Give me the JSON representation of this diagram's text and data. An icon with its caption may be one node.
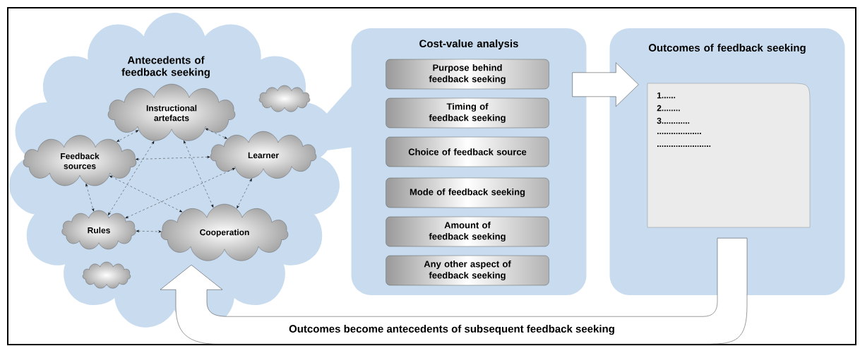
{
  "diagram": {
    "nodes": [
      {
        "text": [
          "Antecedents of feedback seeking"
        ]
      },
      {
        "text": [
          "Instructional artefacts"
        ],
        "in": 0
      },
      {
        "text": [],
        "shape": "cloud",
        "in": 0
      },
      {
        "text": [
          "Feedback sources"
        ],
        "in": 0
      },
      {
        "text": [
          "Learner"
        ],
        "in": 0
      },
      {
        "text": [
          "Rules"
        ],
        "in": 0
      },
      {
        "text": [
          "Cooperation"
        ],
        "in": 0
      },
      {
        "text": [],
        "shape": "cloud",
        "in": 0
      },
      {
        "text": [
          "Cost-value analysis"
        ]
      },
      {
        "text": [
          "Purpose behind feedback seeking"
        ],
        "in": 8
      },
      {
        "text": [
          "Timing of feedback seeking"
        ],
        "in": 8
      },
      {
        "text": [
          "Choice of feedback source"
        ],
        "in": 8
      },
      {
        "text": [
          "Mode of feedback seeking"
        ],
        "in": 8
      },
      {
        "text": [
          "Amount of feedback seeking"
        ],
        "in": 8
      },
      {
        "text": [
          "Any other aspect of feedback seeking"
        ],
        "in": 8
      },
      {
        "text": [
          "Outcomes of feedback seeking"
        ]
      },
      {
        "text": [
          "1......",
          "2........",
          "3............",
          "...................",
          "......................."
        ],
        "in": 15
      }
    ],
    "edges": [
      {
        "from": 1,
        "to": 3,
        "arrow": "both",
        "style": "dashed"
      },
      {
        "from": 1,
        "to": 4,
        "arrow": "both",
        "style": "dashed"
      },
      {
        "from": 3,
        "to": 4,
        "arrow": "both",
        "style": "dashed"
      },
      {
        "from": 1,
        "to": 5,
        "arrow": "both",
        "style": "dashed"
      },
      {
        "from": 1,
        "to": 6,
        "arrow": "both",
        "style": "dashed"
      },
      {
        "from": 3,
        "to": 5,
        "arrow": "both",
        "style": "dashed"
      },
      {
        "from": 3,
        "to": 6,
        "arrow": "both",
        "style": "dashed"
      },
      {
        "from": 4,
        "to": 5,
        "arrow": "both",
        "style": "dashed"
      },
      {
        "from": 4,
        "to": 6,
        "arrow": "both",
        "style": "dashed"
      },
      {
        "from": 5,
        "to": 6,
        "arrow": "both",
        "style": "dashed"
      },
      {
        "from": 8,
        "to": 16,
        "arrow": "to"
      },
      {
        "from": 16,
        "to": 0,
        "arrow": "to",
        "label": "Outcomes become antecedents of subsequent feedback seeking"
      }
    ]
  }
}
